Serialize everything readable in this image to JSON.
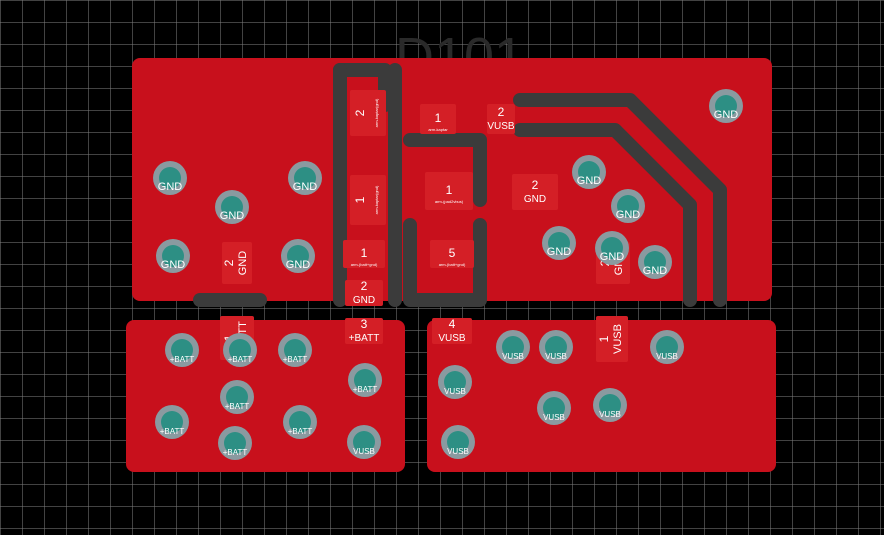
{
  "designator": "D101",
  "colors": {
    "copper": "#c8101c",
    "pad": "#d41f26",
    "trace": "#3b3b3b",
    "via_ring": "#8a9aa0",
    "via_hole": "#2d8f84",
    "grid": "#777777",
    "background": "#000000"
  },
  "pads": [
    {
      "number": "2",
      "net": "",
      "tiny": "arm-kaptar(gnd)"
    },
    {
      "number": "1",
      "net": "",
      "tiny": "arm-kaptar(gnd)"
    },
    {
      "number": "1",
      "net": "",
      "tiny": "arm-kaptar"
    },
    {
      "number": "2",
      "net": "VUSB",
      "tiny": ""
    },
    {
      "number": "1",
      "net": "",
      "tiny": "arm-(pad2vbus)"
    },
    {
      "number": "1",
      "net": "",
      "tiny": "arm-(batt+gnd)"
    },
    {
      "number": "5",
      "net": "",
      "tiny": "arm-(batt+gnd)"
    },
    {
      "number": "2",
      "net": "GND",
      "tiny": ""
    },
    {
      "number": "2",
      "net": "GND",
      "tiny": ""
    },
    {
      "number": "2",
      "net": "GND",
      "tiny": ""
    },
    {
      "number": "3",
      "net": "+BATT",
      "tiny": ""
    },
    {
      "number": "4",
      "net": "VUSB",
      "tiny": ""
    },
    {
      "number": "1",
      "net": "+BATT",
      "tiny": ""
    },
    {
      "number": "2",
      "net": "GND",
      "tiny": ""
    },
    {
      "number": "1",
      "net": "VUSB",
      "tiny": ""
    }
  ],
  "vias": [
    "GND",
    "GND",
    "GND",
    "GND",
    "GND",
    "GND",
    "GND",
    "GND",
    "GND",
    "GND",
    "GND",
    "+BATT",
    "+BATT",
    "+BATT",
    "+BATT",
    "+BATT",
    "+BATT",
    "+BATT",
    "+BATT",
    "VUSB",
    "VUSB",
    "VUSB",
    "VUSB",
    "VUSB",
    "VUSB",
    "VUSB",
    "VUSB"
  ]
}
